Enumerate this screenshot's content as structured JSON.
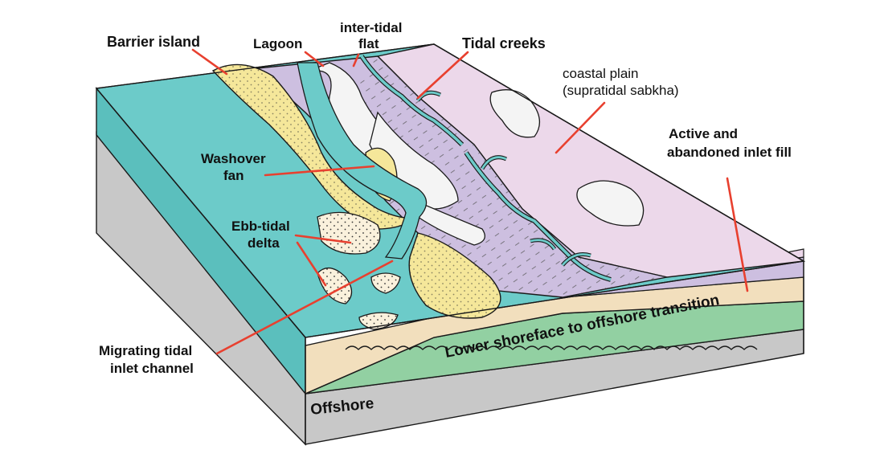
{
  "labels": {
    "barrier_island": "Barrier island",
    "lagoon": "Lagoon",
    "intertidal_line1": "inter-tidal",
    "intertidal_line2": "flat",
    "tidal_creeks": "Tidal creeks",
    "coastal_plain_line1": "coastal plain",
    "coastal_plain_line2": "(supratidal sabkha)",
    "washover_line1": "Washover",
    "washover_line2": "fan",
    "ebb_line1": "Ebb-tidal",
    "ebb_line2": "delta",
    "inlet_fill_line1": "Active and",
    "inlet_fill_line2": "abandoned inlet fill",
    "migrating_line1": "Migrating tidal",
    "migrating_line2": "inlet channel",
    "lower_shoreface": "Lower shoreface to offshore transition",
    "offshore": "Offshore"
  },
  "colors": {
    "sea": "#6ccbc9",
    "sea_side": "#5bbfbd",
    "barrier": "#f5e79a",
    "lagoon": "#cdbfe0",
    "coastal_plain": "#ecd8ea",
    "flat_white": "#f4f4f4",
    "ebb_delta": "#faf1dc",
    "sand_layer": "#f2dfbd",
    "shoreface_green": "#92d0a2",
    "offshore_grey": "#c8c8c8",
    "leader": "#e8402f"
  }
}
